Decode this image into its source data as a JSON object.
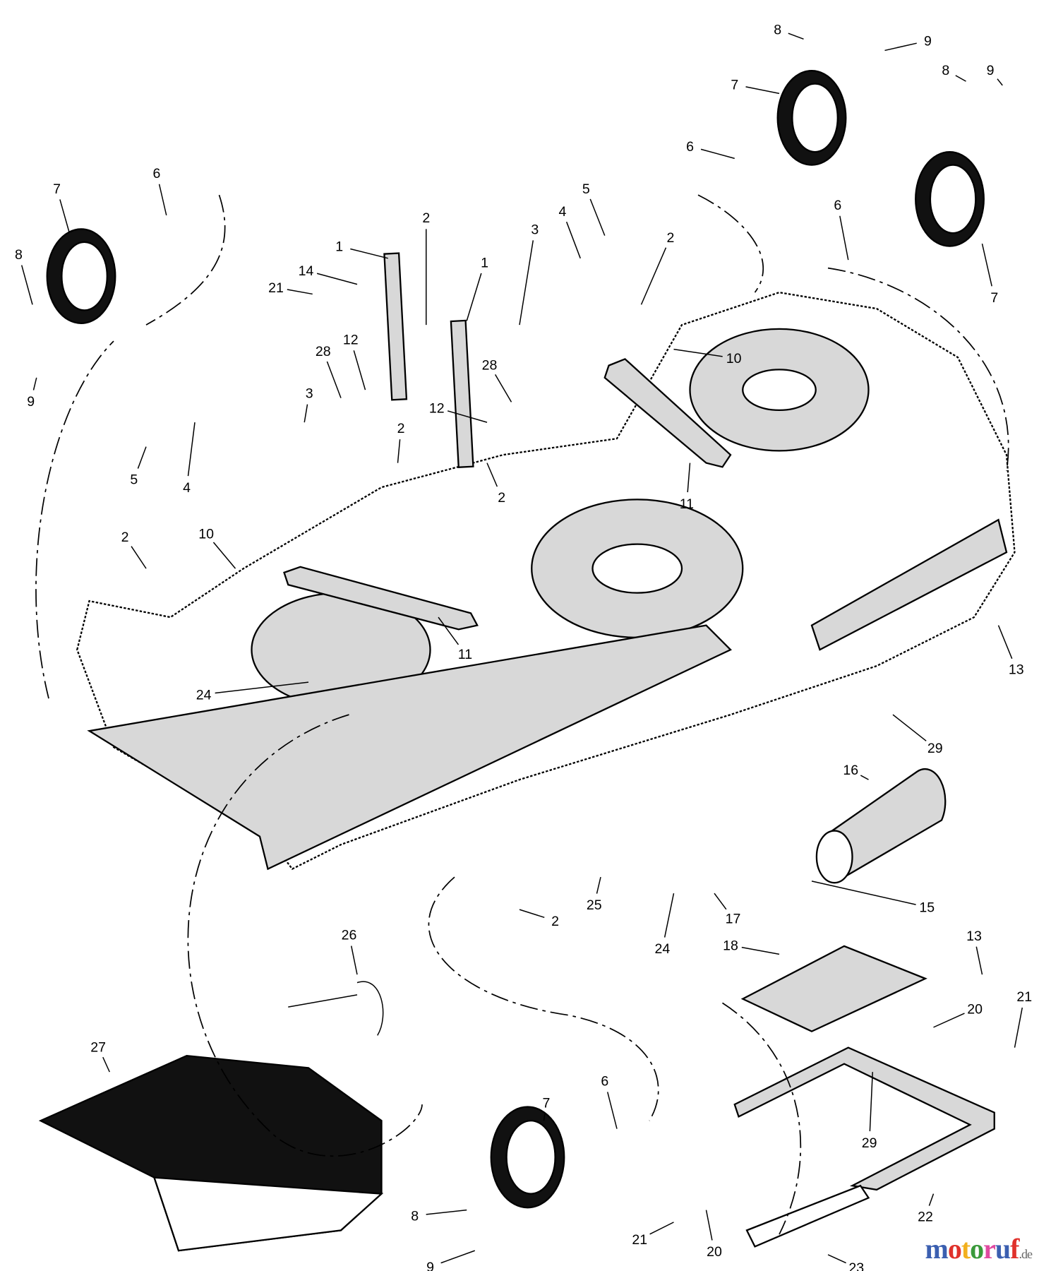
{
  "callouts": [
    "8",
    "9",
    "7",
    "8",
    "9",
    "6",
    "6",
    "7",
    "7",
    "6",
    "8",
    "9",
    "2",
    "1",
    "14",
    "21",
    "1",
    "3",
    "4",
    "5",
    "2",
    "10",
    "28",
    "12",
    "28",
    "12",
    "3",
    "2",
    "5",
    "4",
    "2",
    "11",
    "2",
    "10",
    "11",
    "24",
    "13",
    "29",
    "16",
    "15",
    "17",
    "25",
    "24",
    "2",
    "18",
    "13",
    "26",
    "27",
    "20",
    "21",
    "29",
    "6",
    "7",
    "8",
    "9",
    "21",
    "20",
    "22",
    "23"
  ],
  "watermark": {
    "brand": "motoruf",
    "tld": ".de",
    "colors": [
      "#3b5fb0",
      "#e0312b",
      "#f2b01e",
      "#3a9a3a",
      "#e04aa0"
    ]
  }
}
